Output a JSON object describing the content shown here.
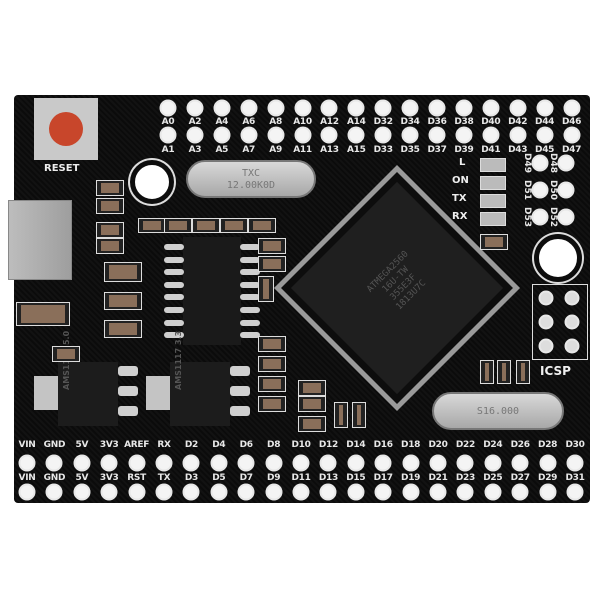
{
  "board": {
    "reset_label": "RESET",
    "icsp_label": "ICSP",
    "mcu_text": [
      "ATMEGA2560",
      "16U-TW",
      "355E3F",
      "1813U7C"
    ],
    "crystal_top_text": [
      "TXC",
      "12.00K0D"
    ],
    "crystal_bottom_text": [
      "S16.000"
    ],
    "regulator_5v_text": "AMS1117 5.0",
    "regulator_3v3_text": "AMS1117 3.3",
    "leds": [
      "L",
      "ON",
      "TX",
      "RX"
    ],
    "top_header_row1": [
      "A0",
      "A2",
      "A4",
      "A6",
      "A8",
      "A10",
      "A12",
      "A14",
      "D32",
      "D34",
      "D36",
      "D38",
      "D40",
      "D42",
      "D44",
      "D46"
    ],
    "top_header_row2": [
      "A1",
      "A3",
      "A5",
      "A7",
      "A9",
      "A11",
      "A13",
      "A15",
      "D33",
      "D35",
      "D37",
      "D39",
      "D41",
      "D43",
      "D45",
      "D47"
    ],
    "right_header_labels": [
      "D49",
      "D48",
      "D51",
      "D50",
      "D53",
      "D52"
    ],
    "bottom_header_row1": [
      "VIN",
      "GND",
      "5V",
      "3V3",
      "AREF",
      "RX",
      "D2",
      "D4",
      "D6",
      "D8",
      "D10",
      "D12",
      "D14",
      "D16",
      "D18",
      "D20",
      "D22",
      "D24",
      "D26",
      "D28",
      "D30"
    ],
    "bottom_header_row2": [
      "VIN",
      "GND",
      "5V",
      "3V3",
      "RST",
      "TX",
      "D3",
      "D5",
      "D7",
      "D9",
      "D11",
      "D13",
      "D15",
      "D17",
      "D19",
      "D21",
      "D23",
      "D25",
      "D27",
      "D29",
      "D31"
    ],
    "colors": {
      "pcb": "#0d0d0d",
      "silkscreen": "#e8e8e8",
      "reset_button": "#c8462b"
    }
  }
}
